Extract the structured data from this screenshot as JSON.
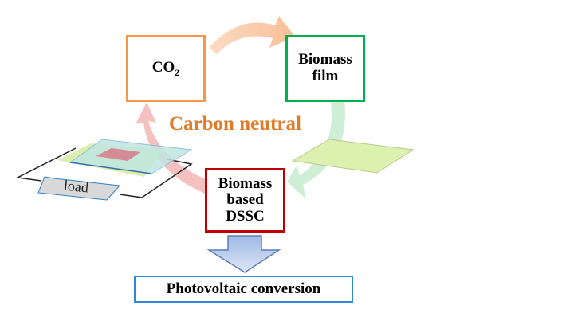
{
  "nodes": {
    "co2": {
      "main": "CO",
      "sub": "2"
    },
    "biomass_film": {
      "line1": "Biomass",
      "line2": "film"
    },
    "dssc": {
      "line1": "Biomass",
      "line2": "based",
      "line3": "DSSC"
    },
    "output": "Photovoltaic conversion"
  },
  "cycle_label": "Carbon neutral",
  "device_label": "load",
  "colors": {
    "co2": "#f79646",
    "film": "#00b050",
    "dssc": "#c00000",
    "output": "#2e8ad8",
    "label": "#e07b28"
  }
}
